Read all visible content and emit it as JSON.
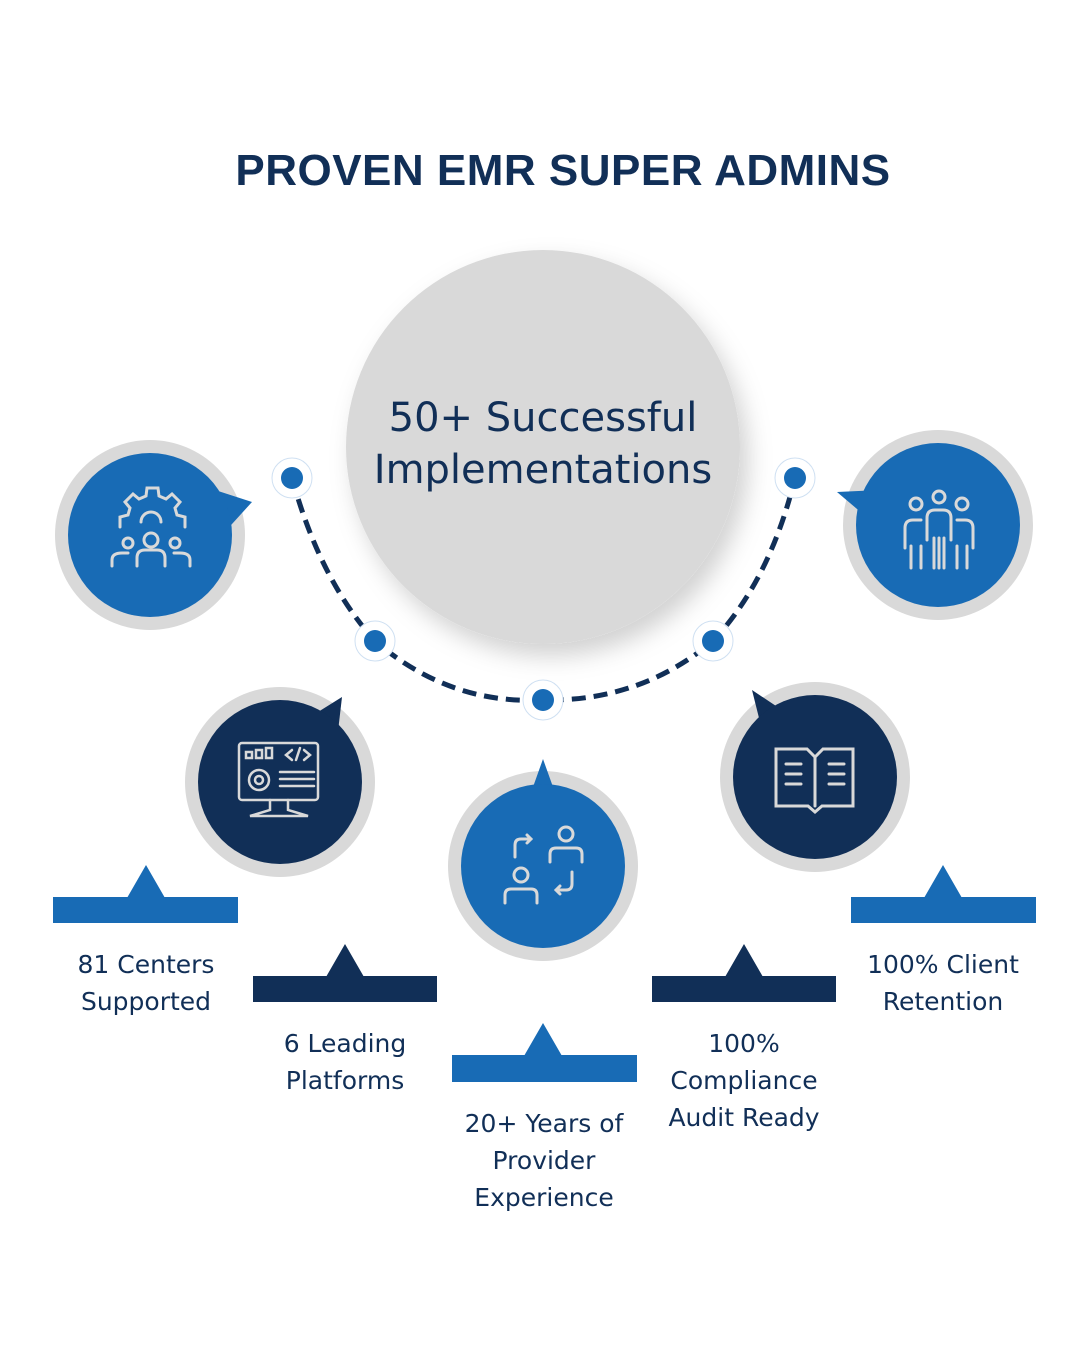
{
  "title": "PROVEN EMR SUPER ADMINS",
  "center": {
    "line1": "50+ Successful",
    "line2": "Implementations"
  },
  "colors": {
    "blue": "#186bb5",
    "navy": "#112f57",
    "gray": "#d9d9d9"
  },
  "stats": [
    {
      "icon": "team-gear-icon",
      "lines": [
        "81 Centers",
        "Supported"
      ]
    },
    {
      "icon": "computer-code-icon",
      "lines": [
        "6 Leading",
        "Platforms"
      ]
    },
    {
      "icon": "people-exchange-icon",
      "lines": [
        "20+ Years of",
        "Provider",
        "Experience"
      ]
    },
    {
      "icon": "open-book-icon",
      "lines": [
        "100%",
        "Compliance",
        "Audit Ready"
      ]
    },
    {
      "icon": "group-people-icon",
      "lines": [
        "100% Client",
        "Retention"
      ]
    }
  ]
}
